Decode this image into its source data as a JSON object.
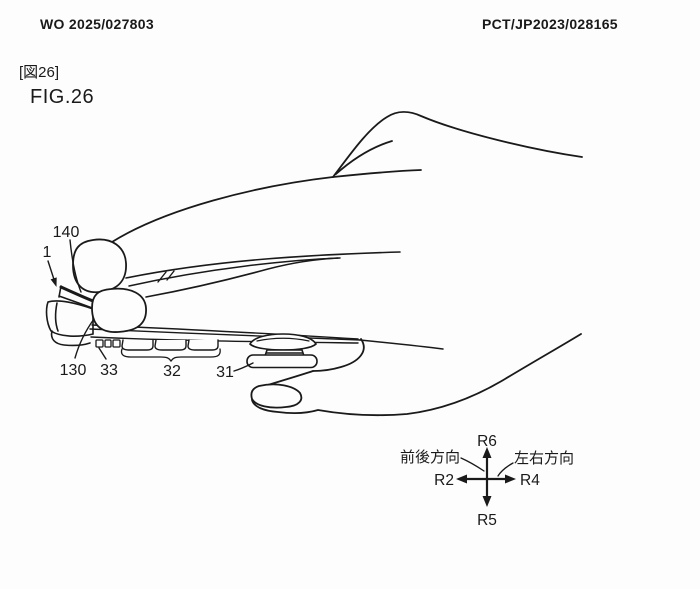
{
  "header": {
    "publication_number": "WO 2025/027803",
    "application_number": "PCT/JP2023/028165"
  },
  "figure": {
    "bracket_label": "[図26]",
    "caption": "FIG.26",
    "reference_numerals": {
      "device": "1",
      "front_upper_part": "140",
      "front_body": "130",
      "small_buttons": "33",
      "button_row": "32",
      "under_rest": "31"
    },
    "direction_indicator": {
      "up": "R6",
      "down": "R5",
      "left": "R2",
      "right": "R4",
      "vertical_axis_label": "前後方向",
      "horizontal_axis_label": "左右方向"
    }
  },
  "colors": {
    "ink": "#1a1a1a",
    "paper": "#fdfdfd"
  }
}
